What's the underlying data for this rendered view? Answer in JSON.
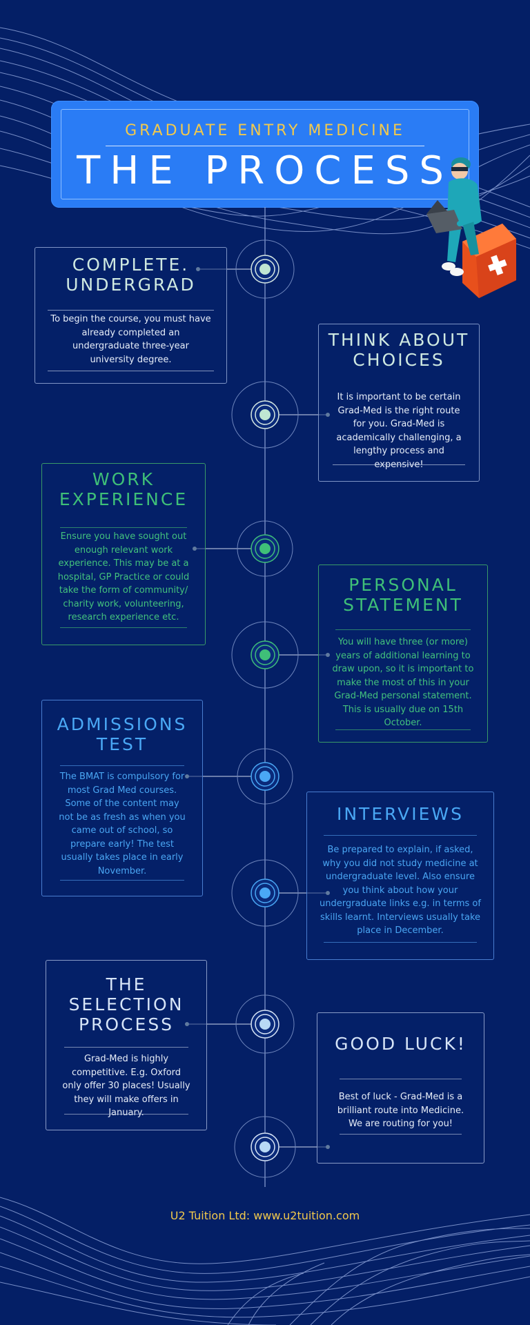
{
  "header": {
    "subtitle": "GRADUATE ENTRY MEDICINE",
    "title": "THE PROCESS"
  },
  "steps": [
    {
      "title_line1": "COMPLETE.",
      "title_line2": "UNDERGRAD",
      "text": "To begin the course, you must have already completed an undergraduate three-year university degree."
    },
    {
      "title_line1": "THINK ABOUT",
      "title_line2": "CHOICES",
      "text": "It is important to be certain Grad-Med is the right route for you. Grad-Med is academically challenging, a lengthy process and expensive!"
    },
    {
      "title_line1": "WORK",
      "title_line2": "EXPERIENCE",
      "text": "Ensure you have sought out enough relevant work experience. This may be at a hospital, GP Practice or could take the form of community/ charity work, volunteering, research experience etc."
    },
    {
      "title_line1": "PERSONAL",
      "title_line2": "STATEMENT",
      "text": "You will have three (or more) years of additional learning to draw upon, so it is important to make the most of this in your Grad-Med personal statement. This is usually due on 15th October."
    },
    {
      "title_line1": "ADMISSIONS",
      "title_line2": "TEST",
      "text": "The BMAT is compulsory for most Grad Med courses. Some of the content may not be as fresh as when you came out of school, so prepare early! The test usually takes place in early November."
    },
    {
      "title_line1": "INTERVIEWS",
      "title_line2": "",
      "text": "Be prepared to explain, if asked, why you did not study medicine at undergraduate level. Also ensure you think about how your undergraduate links e.g. in terms of skills learnt. Interviews usually take place in December."
    },
    {
      "title_line1": "THE",
      "title_line2": "SELECTION",
      "title_line3": "PROCESS",
      "text": "Grad-Med is highly competitive. E.g. Oxford only offer 30 places! Usually they will make offers in January."
    },
    {
      "title_line1": "GOOD LUCK!",
      "title_line2": "",
      "text": "Best of luck - Grad-Med is a brilliant route into Medicine. We are routing for you!"
    }
  ],
  "footer": {
    "text": "U2 Tuition Ltd: www.u2tuition.com"
  },
  "colors": {
    "background": "#041f66",
    "header": "#2a7cf5",
    "accent_yellow": "#f2c94c",
    "green": "#3fbf78",
    "blue": "#4aa8f5"
  },
  "icons": [
    "doctor-with-laptop-illustration",
    "first-aid-kit-icon",
    "timeline-node-icon"
  ]
}
